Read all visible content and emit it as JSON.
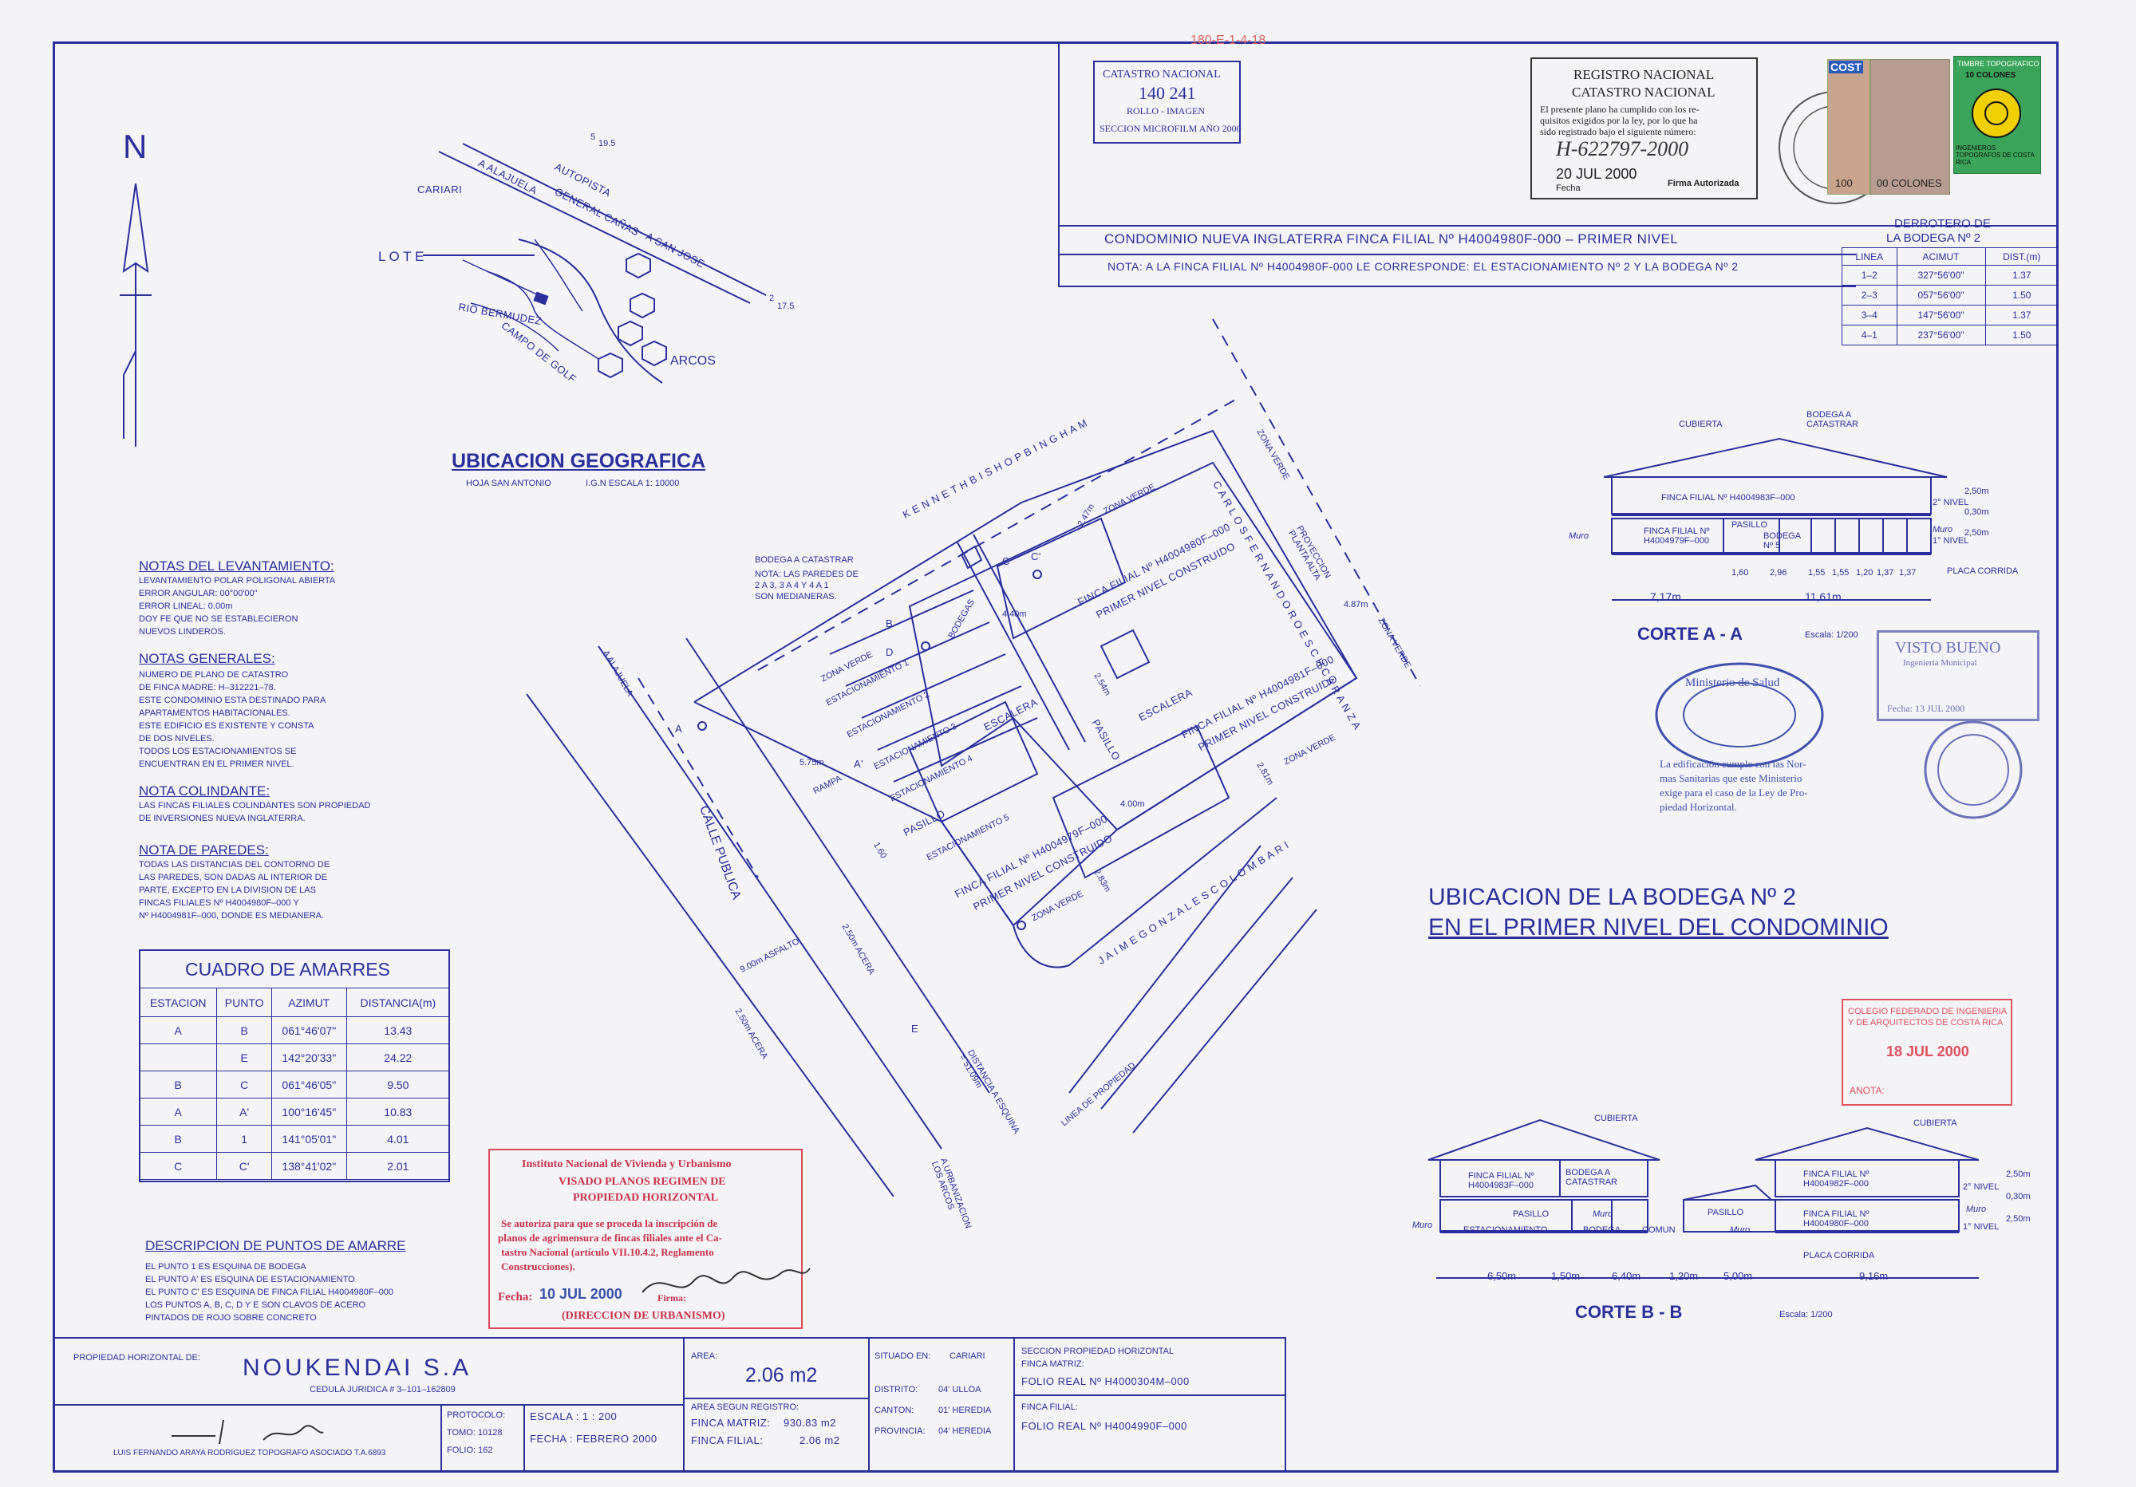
{
  "corner_ref": "180-E-1-4-18",
  "catastro_box": {
    "l1": "CATASTRO NACIONAL",
    "l2": "140 241",
    "l3": "ROLLO - IMAGEN",
    "l4": "SECCION MICROFILM AÑO 2000"
  },
  "registro": {
    "title1": "REGISTRO NACIONAL",
    "title2": "CATASTRO NACIONAL",
    "body": [
      "El presente plano ha cumplido con los re-",
      "quisitos exigidos por la ley, por lo que ha",
      "sido registrado bajo el siguiente número:"
    ],
    "number": "H-622797-2000",
    "date": "20 JUL 2000",
    "fecha_label": "Fecha",
    "firma_label": "Firma Autorizada"
  },
  "stamps": {
    "timbre_title": "TIMBRE TOPOGRAFICO",
    "timbre_value": "10 COLONES",
    "col1": "100",
    "col2": "00 COLONES",
    "cost": "COST",
    "ingenieros": "INGENIEROS TOPOGRAFOS DE COSTA RICA"
  },
  "header_title": "CONDOMINIO NUEVA INGLATERRA FINCA FILIAL Nº H4004980F-000 –   PRIMER NIVEL",
  "header_note": "NOTA: A LA FINCA FILIAL Nº H4004980F-000 LE CORRESPONDE: EL ESTACIONAMIENTO Nº 2 Y LA BODEGA Nº 2",
  "derrotero": {
    "title1": "DERROTERO DE",
    "title2": "LA BODEGA Nº 2",
    "headers": [
      "LINEA",
      "ACIMUT",
      "DIST.(m)"
    ],
    "rows": [
      [
        "1–2",
        "327°56'00\"",
        "1.37"
      ],
      [
        "2–3",
        "057°56'00\"",
        "1.50"
      ],
      [
        "3–4",
        "147°56'00\"",
        "1.37"
      ],
      [
        "4–1",
        "237°56'00\"",
        "1.50"
      ]
    ]
  },
  "north": "N",
  "ubicacion": {
    "title": "UBICACION GEOGRAFICA",
    "sub1": "HOJA SAN ANTONIO",
    "sub2": "I.G.N ESCALA 1: 10000",
    "labels": {
      "cariari": "CARIARI",
      "lote": "L O T E",
      "arcos": "ARCOS",
      "rio": "RIO BERMUDEZ",
      "campo": "CAMPO DE GOLF",
      "a_alajuela": "A ALAJUELA",
      "autopista": "AUTOPISTA",
      "general": "GENERAL CAÑAS",
      "san_jose": "A SAN JOSE",
      "n19": "19.5",
      "n17": "17.5",
      "n5": "5",
      "n2": "2"
    }
  },
  "notas": {
    "lev_title": "NOTAS DEL LEVANTAMIENTO:",
    "lev": [
      "LEVANTAMIENTO POLAR POLIGONAL ABIERTA",
      "ERROR ANGULAR: 00°00'00\"",
      "ERROR LINEAL: 0.00m",
      "DOY FE QUE NO SE ESTABLECIERON",
      "NUEVOS LINDEROS."
    ],
    "gen_title": "NOTAS GENERALES:",
    "gen": [
      "NUMERO DE PLANO DE CATASTRO",
      "DE FINCA MADRE: H–312221–78.",
      "ESTE CONDOMINIO ESTA DESTINADO PARA",
      "APARTAMENTOS HABITACIONALES.",
      "ESTE EDIFICIO ES EXISTENTE Y CONSTA",
      "DE DOS NIVELES.",
      "TODOS LOS ESTACIONAMIENTOS SE",
      "ENCUENTRAN EN EL PRIMER NIVEL."
    ],
    "col_title": "NOTA COLINDANTE:",
    "col": [
      "LAS FINCAS FILIALES COLINDANTES SON PROPIEDAD",
      "DE INVERSIONES NUEVA INGLATERRA."
    ],
    "par_title": "NOTA DE PAREDES:",
    "par": [
      "TODAS LAS DISTANCIAS DEL CONTORNO DE",
      "LAS PAREDES, SON DADAS AL INTERIOR DE",
      "PARTE, EXCEPTO EN LA DIVISION DE LAS",
      "FINCAS FILIALES Nº H4004980F–000 Y",
      "Nº H4004981F–000, DONDE ES MEDIANERA."
    ]
  },
  "amarres": {
    "title": "CUADRO DE AMARRES",
    "headers": [
      "ESTACION",
      "PUNTO",
      "AZIMUT",
      "DISTANCIA(m)"
    ],
    "rows": [
      [
        "A",
        "B",
        "061°46'07\"",
        "13.43"
      ],
      [
        "",
        "E",
        "142°20'33\"",
        "24.22"
      ],
      [
        "B",
        "C",
        "061°46'05\"",
        "9.50"
      ],
      [
        "A",
        "A'",
        "100°16'45\"",
        "10.83"
      ],
      [
        "B",
        "1",
        "141°05'01\"",
        "4.01"
      ],
      [
        "C",
        "C'",
        "138°41'02\"",
        "2.01"
      ]
    ]
  },
  "descripcion": {
    "title": "DESCRIPCION DE PUNTOS DE AMARRE",
    "lines": [
      "EL PUNTO 1 ES ESQUINA DE BODEGA",
      "EL PUNTO A' ES ESQUINA DE ESTACIONAMIENTO",
      "EL PUNTO C' ES ESQUINA DE FINCA FILIAL H4004980F–000",
      "LOS PUNTOS A, B, C, D Y E SON CLAVOS DE ACERO",
      "PINTADOS DE ROJO SOBRE CONCRETO"
    ]
  },
  "invu": {
    "l1": "Instituto Nacional de Vivienda y Urbanismo",
    "l2": "VISADO PLANOS REGIMEN DE",
    "l3": "PROPIEDAD HORIZONTAL",
    "body": [
      "Se autoriza para que se proceda la inscripción de",
      "planos de agrimensura de fincas filiales ante el Ca-",
      "tastro Nacional (artículo VII.10.4.2, Reglamento",
      "Construcciones)."
    ],
    "fecha": "Fecha:",
    "date": "10 JUL 2000",
    "firma": "Firma:",
    "dir": "(DIRECCION DE URBANISMO)"
  },
  "plan": {
    "calle_publica": "CALLE PUBLICA",
    "kenneth": "K E N N E T H   B I S H O P   B I N G H A M",
    "carlos": "C A R L O S   F E R N A N D O   R O E S C H   C A R A N Z A",
    "jaime": "J A I M E   G O N Z A L E S   C O L O M B A R I",
    "bodega_catastrar": "BODEGA A CATASTRAR",
    "nota_paredes": [
      "NOTA: LAS PAREDES DE",
      "2 A 3, 3 A 4 Y 4 A 1",
      "SON MEDIANERAS."
    ],
    "zona_verde": "ZONA VERDE",
    "ff980": "FINCA FILIAL Nº H4004980F–000",
    "ff981": "FINCA FILIAL Nº H4004981F–000",
    "ff979": "FINCA FILIAL Nº H4004979F–000",
    "primer_nivel": "PRIMER NIVEL CONSTRUIDO",
    "escalera": "ESCALERA",
    "pasillo": "PASILLO",
    "rampa": "RAMPA",
    "est1": "ESTACIONAMIENTO 1",
    "est2": "ESTACIONAMIENTO 2",
    "est3": "ESTACIONAMIENTO 3",
    "est4": "ESTACIONAMIENTO 4",
    "est5": "ESTACIONAMIENTO 5",
    "bodegas": "BODEGAS",
    "proyeccion": "PROYECCION PLANTA ALTA",
    "a_alajuela": "A ALAJUELA",
    "asfalto": "9.00m ASFALTO",
    "acera1": "2.50m ACERA",
    "acera2": "2.50m ACERA",
    "distancia": "DISTANCIA A ESQUINA = 51.09m",
    "linea_prop": "LINEA DE PROPIEDAD",
    "urbanizacion": "A URBANIZACION LOS ARCOS",
    "d_247": "2.47m",
    "d_440": "4.40m",
    "d_254": "2.54m",
    "d_487": "4.87m",
    "d_575": "5.75m",
    "d_281": "2.81m",
    "d_400": "4.00m",
    "d_283": "2.83m",
    "d_160": "1.60",
    "pts": {
      "A": "A",
      "Ap": "A'",
      "B": "B",
      "C": "C",
      "Cp": "C'",
      "D": "D",
      "E": "E"
    }
  },
  "corte_a": {
    "title": "CORTE A - A",
    "escala": "Escala: 1/200",
    "cubierta": "CUBIERTA",
    "bodega_cat": "BODEGA A CATASTRAR",
    "ff983": "FINCA FILIAL Nº   H4004983F–000",
    "ff979": "FINCA FILIAL Nº H4004979F–000",
    "pasillo": "PASILLO",
    "bodega5": "BODEGA Nº 5",
    "bodega": "BODEGA",
    "muro": "Muro",
    "placa": "PLACA CORRIDA",
    "nivel2": "2° NIVEL",
    "nivel1": "1° NIVEL",
    "h250a": "2,50m",
    "h030": "0,30m",
    "h250b": "2,50m",
    "dims": [
      "1,60",
      "2,96",
      "1,55",
      "1,55",
      "1,20",
      "1,37",
      "1,37"
    ],
    "d717": "7,17m",
    "d1161": "11,61m"
  },
  "ubicacion_bodega": {
    "l1": "UBICACION DE LA BODEGA Nº 2",
    "l2": "EN EL PRIMER NIVEL DEL CONDOMINIO"
  },
  "ministerio": {
    "l1": "Ministerio de Salud",
    "lines": [
      "La edificación cumple con las Nor-",
      "mas Sanitarias que este Ministerio",
      "exige para el caso de la Ley de Pro-",
      "piedad Horizontal."
    ]
  },
  "visto_bueno": {
    "l1": "VISTO BUENO",
    "l2": "Ingeniería Municipal",
    "fecha": "Fecha: 13 JUL 2000"
  },
  "colegio": {
    "l1": "COLEGIO FEDERADO DE INGENIERIA",
    "l2": "Y DE ARQUITECTOS DE COSTA RICA",
    "date": "18 JUL 2000",
    "anota": "ANOTA:"
  },
  "corte_b": {
    "title": "CORTE B - B",
    "escala": "Escala: 1/200",
    "cubierta1": "CUBIERTA",
    "cubierta2": "CUBIERTA",
    "ff983": "FINCA FILIAL Nº H4004983F–000",
    "bodega_cat": "BODEGA A CATASTRAR",
    "ff982": "FINCA FILIAL Nº H4004982F–000",
    "ff980": "FINCA FILIAL Nº H4004980F–000",
    "pasillo1": "PASILLO",
    "pasillo2": "PASILLO",
    "estacionamiento": "ESTACIONAMIENTO",
    "bodega": "BODEGA",
    "comun": "COMUN",
    "muro1": "Muro",
    "muro2": "Muro",
    "muro3": "Muro",
    "muro4": "Muro",
    "placa": "PLACA CORRIDA",
    "nivel2": "2° NIVEL",
    "nivel1": "1° NIVEL",
    "h250a": "2,50m",
    "h030": "0,30m",
    "h250b": "2,50m",
    "dims": [
      "6,50m",
      "1,50m",
      "6,40m",
      "1,20m",
      "5,00m",
      "9,16m"
    ]
  },
  "footer": {
    "prop_label": "PROPIEDAD HORIZONTAL DE:",
    "owner": "NOUKENDAI S.A",
    "cedula": "CEDULA JURIDICA # 3–101–162809",
    "surveyor": "LUIS FERNANDO ARAYA RODRIGUEZ   TOPOGRAFO ASOCIADO T.A.6893",
    "protocolo": "PROTOCOLO:",
    "tomo": "TOMO: 10128",
    "folio": "FOLIO: 162",
    "escala": "ESCALA : 1 : 200",
    "fecha": "FECHA : FEBRERO 2000",
    "area_label": "AREA:",
    "area": "2.06 m2",
    "area_reg": "AREA SEGUN REGISTRO:",
    "finca_matriz": "FINCA MATRIZ:",
    "finca_matriz_v": "930.83 m2",
    "finca_filial": "FINCA FILIAL:",
    "finca_filial_v": "2.06 m2",
    "situado": "SITUADO EN:",
    "situado_v": "CARIARI",
    "distrito": "DISTRITO:",
    "distrito_v": "04' ULLOA",
    "canton": "CANTON:",
    "canton_v": "01' HEREDIA",
    "provincia": "PROVINCIA:",
    "provincia_v": "04' HEREDIA",
    "seccion": "SECCION PROPIEDAD HORIZONTAL",
    "fm_label": "FINCA MATRIZ:",
    "fm_v": "FOLIO REAL Nº H4000304M–000",
    "ff_label": "FINCA FILIAL:",
    "ff_v": "FOLIO REAL Nº H4004990F–000"
  }
}
